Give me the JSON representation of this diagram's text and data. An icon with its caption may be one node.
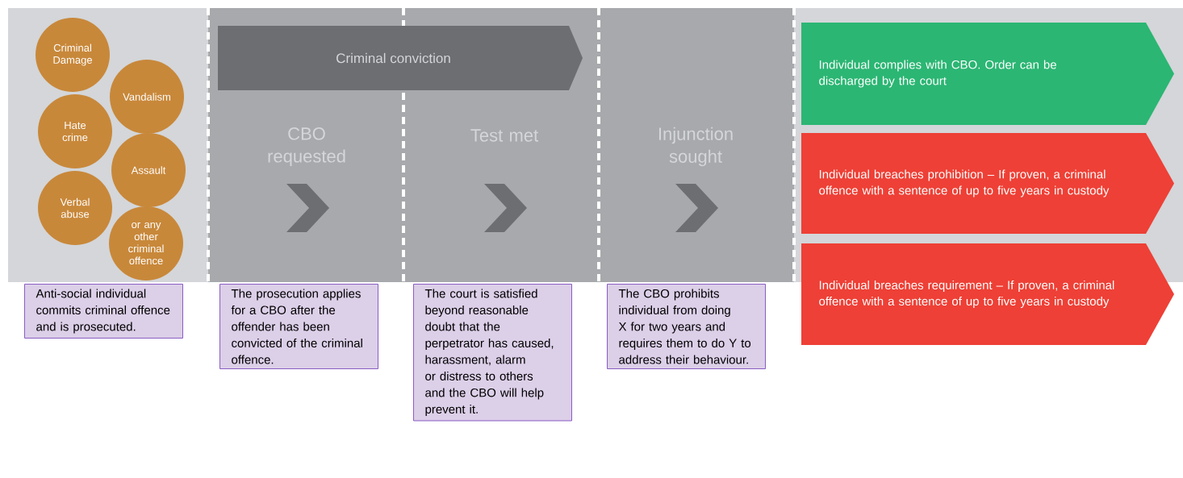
{
  "diagram": {
    "nodes": [
      {
        "text": [
          "Criminal Damage"
        ]
      },
      {
        "text": [
          "Vandalism"
        ]
      },
      {
        "text": [
          "Hate crime"
        ]
      },
      {
        "text": [
          "Assault"
        ]
      },
      {
        "text": [
          "Verbal abuse"
        ]
      },
      {
        "text": [
          "or any other criminal offence"
        ]
      },
      {
        "text": [
          "Criminal conviction"
        ]
      },
      {
        "text": [
          "CBO requested"
        ]
      },
      {
        "text": [
          "Test met"
        ]
      },
      {
        "text": [
          "Injunction sought"
        ]
      },
      {
        "text": [
          "Individual complies with CBO. Order can be discharged by the court"
        ]
      },
      {
        "text": [
          "Individual breaches prohibition – If proven, a criminal offence with a sentence of up to five years in custody"
        ]
      },
      {
        "text": [
          "Individual breaches requirement – If proven, a criminal offence with a sentence of up to five years in custody"
        ]
      },
      {
        "text": [
          "Anti-social individual commits criminal offence and is prosecuted."
        ]
      },
      {
        "text": [
          "The prosecution applies for a CBO after the offender has been convicted of the criminal offence."
        ]
      },
      {
        "text": [
          "The court is satisfied beyond reasonable doubt that the perpetrator has caused, harassment, alarm or distress to others and the CBO will help prevent it."
        ]
      },
      {
        "text": [
          "The CBO prohibits individual from doing X for two years and requires them to do Y to address their behaviour."
        ]
      }
    ]
  }
}
